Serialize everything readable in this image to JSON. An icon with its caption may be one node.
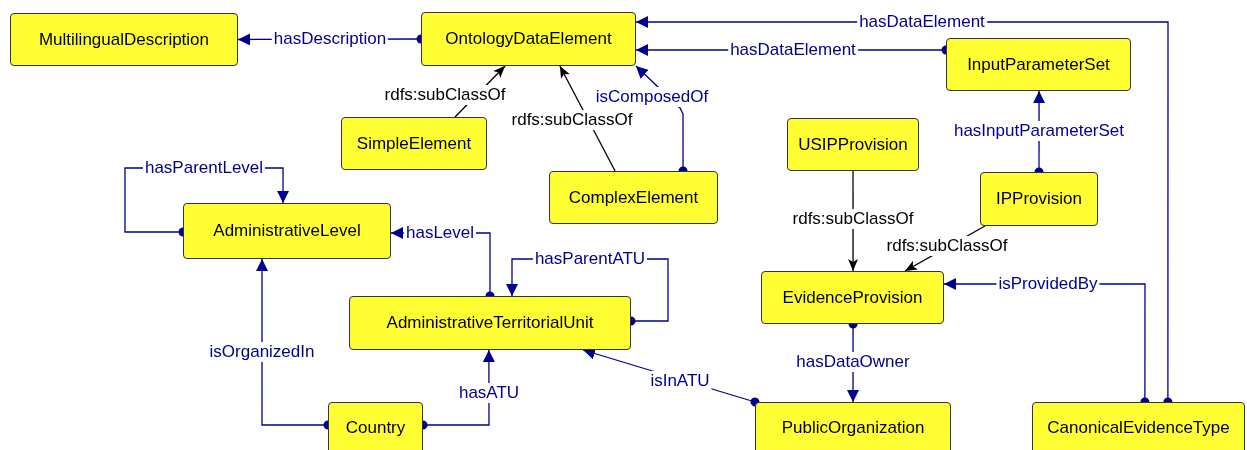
{
  "diagram": {
    "nodes": [
      {
        "text": [
          "MultilingualDescription"
        ]
      },
      {
        "text": [
          "OntologyDataElement"
        ]
      },
      {
        "text": [
          "InputParameterSet"
        ]
      },
      {
        "text": [
          "SimpleElement"
        ]
      },
      {
        "text": [
          "ComplexElement"
        ]
      },
      {
        "text": [
          "USIPProvision"
        ]
      },
      {
        "text": [
          "IPProvision"
        ]
      },
      {
        "text": [
          "AdministrativeLevel"
        ]
      },
      {
        "text": [
          "EvidenceProvision"
        ]
      },
      {
        "text": [
          "AdministrativeTerritorialUnit"
        ]
      },
      {
        "text": [
          "Country"
        ]
      },
      {
        "text": [
          "PublicOrganization"
        ]
      },
      {
        "text": [
          "CanonicalEvidenceType"
        ]
      }
    ],
    "edges": [
      {
        "from": 1,
        "to": 0,
        "arrow": "to",
        "label": "hasDescription"
      },
      {
        "from": 12,
        "to": 1,
        "arrow": "to",
        "label": "hasDataElement"
      },
      {
        "from": 2,
        "to": 1,
        "arrow": "to",
        "label": "hasDataElement"
      },
      {
        "from": 3,
        "to": 1,
        "arrow": "to",
        "label": "rdfs:subClassOf",
        "color": "#000000"
      },
      {
        "from": 4,
        "to": 1,
        "arrow": "to",
        "label": "rdfs:subClassOf",
        "color": "#000000"
      },
      {
        "from": 4,
        "to": 1,
        "arrow": "to",
        "label": "isComposedOf"
      },
      {
        "from": 6,
        "to": 2,
        "arrow": "to",
        "label": "hasInputParameterSet"
      },
      {
        "from": 7,
        "to": 7,
        "arrow": "to",
        "label": "hasParentLevel"
      },
      {
        "from": 9,
        "to": 7,
        "arrow": "to",
        "label": "hasLevel"
      },
      {
        "from": 9,
        "to": 9,
        "arrow": "to",
        "label": "hasParentATU"
      },
      {
        "from": 5,
        "to": 8,
        "arrow": "to",
        "label": "rdfs:subClassOf",
        "color": "#000000"
      },
      {
        "from": 6,
        "to": 8,
        "arrow": "to",
        "label": "rdfs:subClassOf",
        "color": "#000000"
      },
      {
        "from": 10,
        "to": 7,
        "arrow": "to",
        "label": "isOrganizedIn"
      },
      {
        "from": 10,
        "to": 9,
        "arrow": "to",
        "label": "hasATU"
      },
      {
        "from": 11,
        "to": 9,
        "arrow": "to",
        "label": "isInATU"
      },
      {
        "from": 8,
        "to": 11,
        "arrow": "to",
        "label": "hasDataOwner"
      },
      {
        "from": 12,
        "to": 8,
        "arrow": "to",
        "label": "isProvidedBy"
      }
    ]
  }
}
